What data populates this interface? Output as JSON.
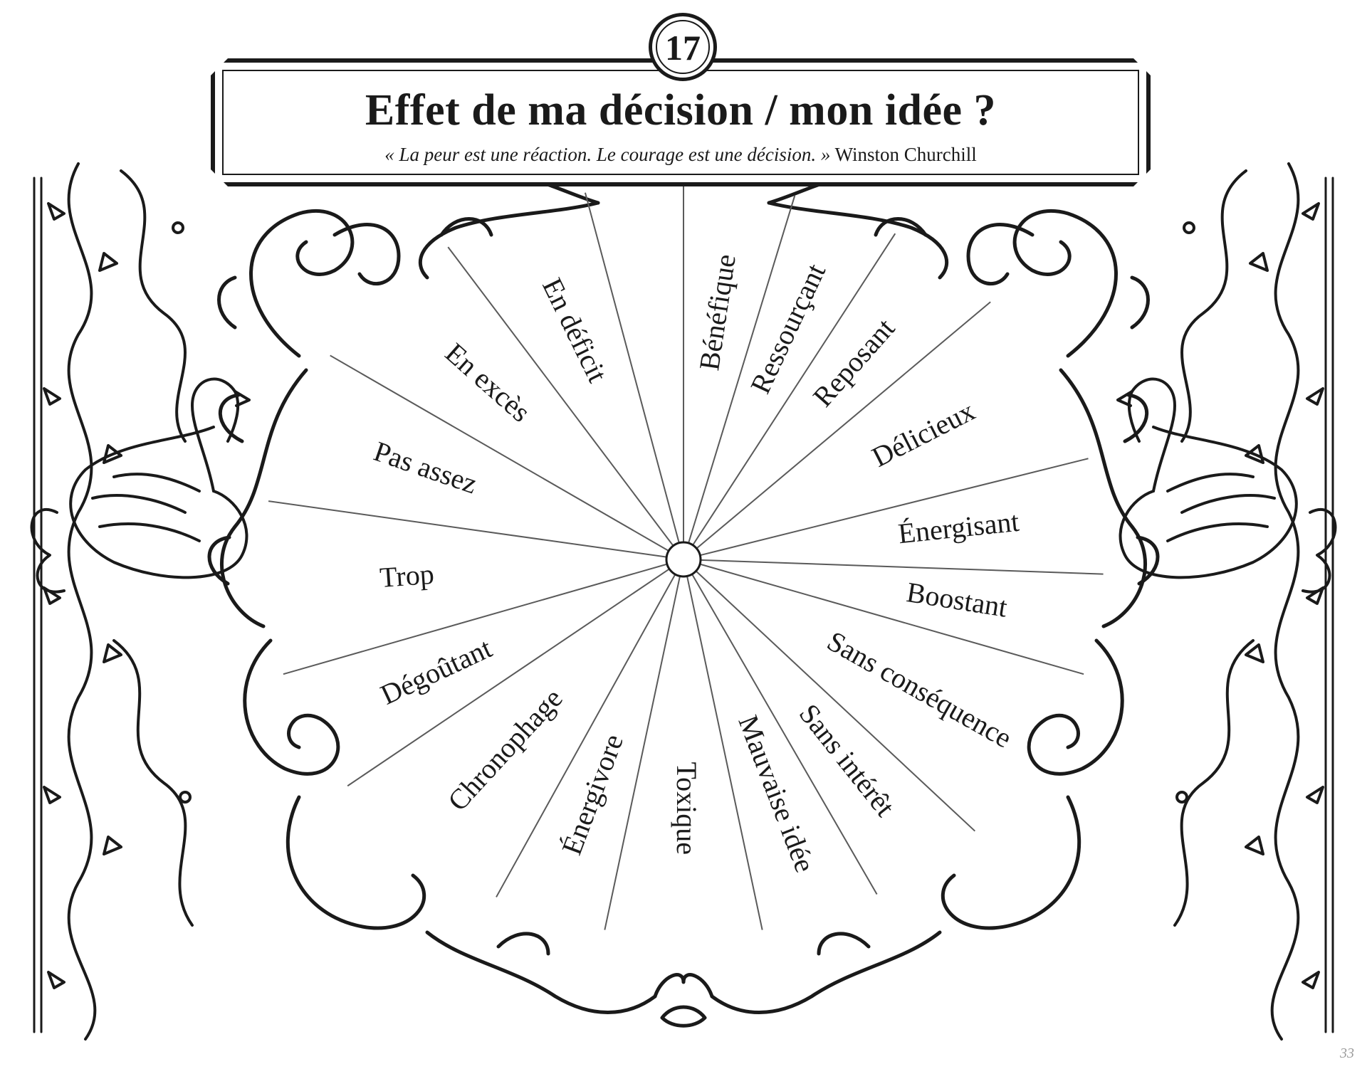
{
  "badge": {
    "number": "17"
  },
  "header": {
    "title": "Effet de ma décision / mon idée ?",
    "quote": "« La peur est une réaction. Le courage est une décision. »",
    "author": "Winston Churchill"
  },
  "wheel": {
    "segments": [
      {
        "label": "Bénéfique"
      },
      {
        "label": "Ressourçant"
      },
      {
        "label": "Reposant"
      },
      {
        "label": "Délicieux"
      },
      {
        "label": "Énergisant"
      },
      {
        "label": "Boostant"
      },
      {
        "label": "Sans conséquence"
      },
      {
        "label": "Sans intérêt"
      },
      {
        "label": "Mauvaise idée"
      },
      {
        "label": "Toxique"
      },
      {
        "label": "Énergivore"
      },
      {
        "label": "Chronophage"
      },
      {
        "label": "Dégoûtant"
      },
      {
        "label": "Trop"
      },
      {
        "label": "Pas assez"
      },
      {
        "label": "En excès"
      },
      {
        "label": "En déficit"
      }
    ],
    "spoke_angles_deg": [
      270,
      287,
      303,
      320,
      346,
      2,
      16,
      43,
      60,
      78,
      102,
      119,
      146,
      164,
      188,
      210,
      233,
      255
    ],
    "label_angles_deg": [
      278.5,
      295,
      311.5,
      333,
      354,
      9,
      29.5,
      51.5,
      69,
      90,
      110.5,
      132.5,
      155,
      176,
      199,
      221.5,
      244,
      262.5
    ],
    "label_radii": [
      0,
      0,
      0,
      0,
      0,
      0,
      0,
      0,
      0,
      0,
      0,
      0,
      0,
      0,
      0,
      0,
      0,
      0
    ]
  },
  "page_number": "33",
  "colors": {
    "ink": "#1a1a1a",
    "spoke": "#5a5a5a",
    "page_number": "#9a9a9a"
  },
  "icons": {
    "decoration": "baroque-vine-swan-ornament"
  }
}
